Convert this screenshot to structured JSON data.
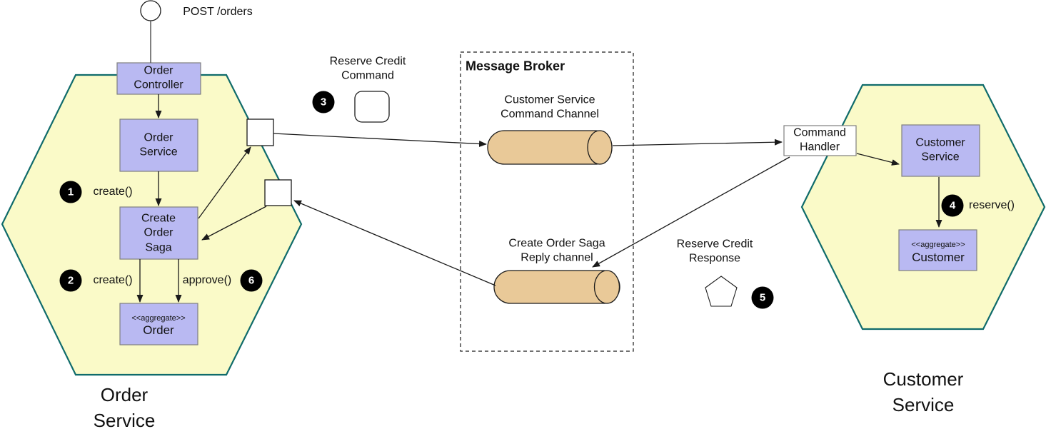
{
  "colors": {
    "hexagon_fill": "#fafac8",
    "hexagon_border": "#0f6b6b",
    "component_fill": "#b9b9f2",
    "component_border": "#7f7f7f",
    "channel_fill": "#e9c998",
    "badge_fill": "#000000",
    "badge_text": "#ffffff"
  },
  "order_service_hexagon": {
    "label": "Order\nService",
    "entry_endpoint": {
      "label": "POST /orders"
    },
    "components": {
      "order_controller": {
        "label": "Order\nController"
      },
      "order_service": {
        "label": "Order\nService"
      },
      "create_order_saga": {
        "label": "Create\nOrder\nSaga"
      },
      "order_aggregate": {
        "stereotype": "<<aggregate>>",
        "label": "Order"
      }
    },
    "operations": {
      "create_order": {
        "step": "1",
        "label": "create()"
      },
      "create_aggregate": {
        "step": "2",
        "label": "create()"
      },
      "approve": {
        "step": "6",
        "label": "approve()"
      }
    }
  },
  "message_broker": {
    "title": "Message Broker",
    "channels": {
      "command_channel": {
        "label": "Customer Service\nCommand Channel"
      },
      "reply_channel": {
        "label": "Create Order Saga\nReply channel"
      }
    }
  },
  "messages": {
    "reserve_credit_command": {
      "step": "3",
      "label": "Reserve Credit\nCommand"
    },
    "reserve_credit_response": {
      "step": "5",
      "label": "Reserve Credit\nResponse"
    }
  },
  "customer_service_hexagon": {
    "label": "Customer\nService",
    "components": {
      "command_handler": {
        "label": "Command\nHandler"
      },
      "customer_service": {
        "label": "Customer\nService"
      },
      "customer_aggregate": {
        "stereotype": "<<aggregate>>",
        "label": "Customer"
      }
    },
    "operations": {
      "reserve": {
        "step": "4",
        "label": "reserve()"
      }
    }
  }
}
